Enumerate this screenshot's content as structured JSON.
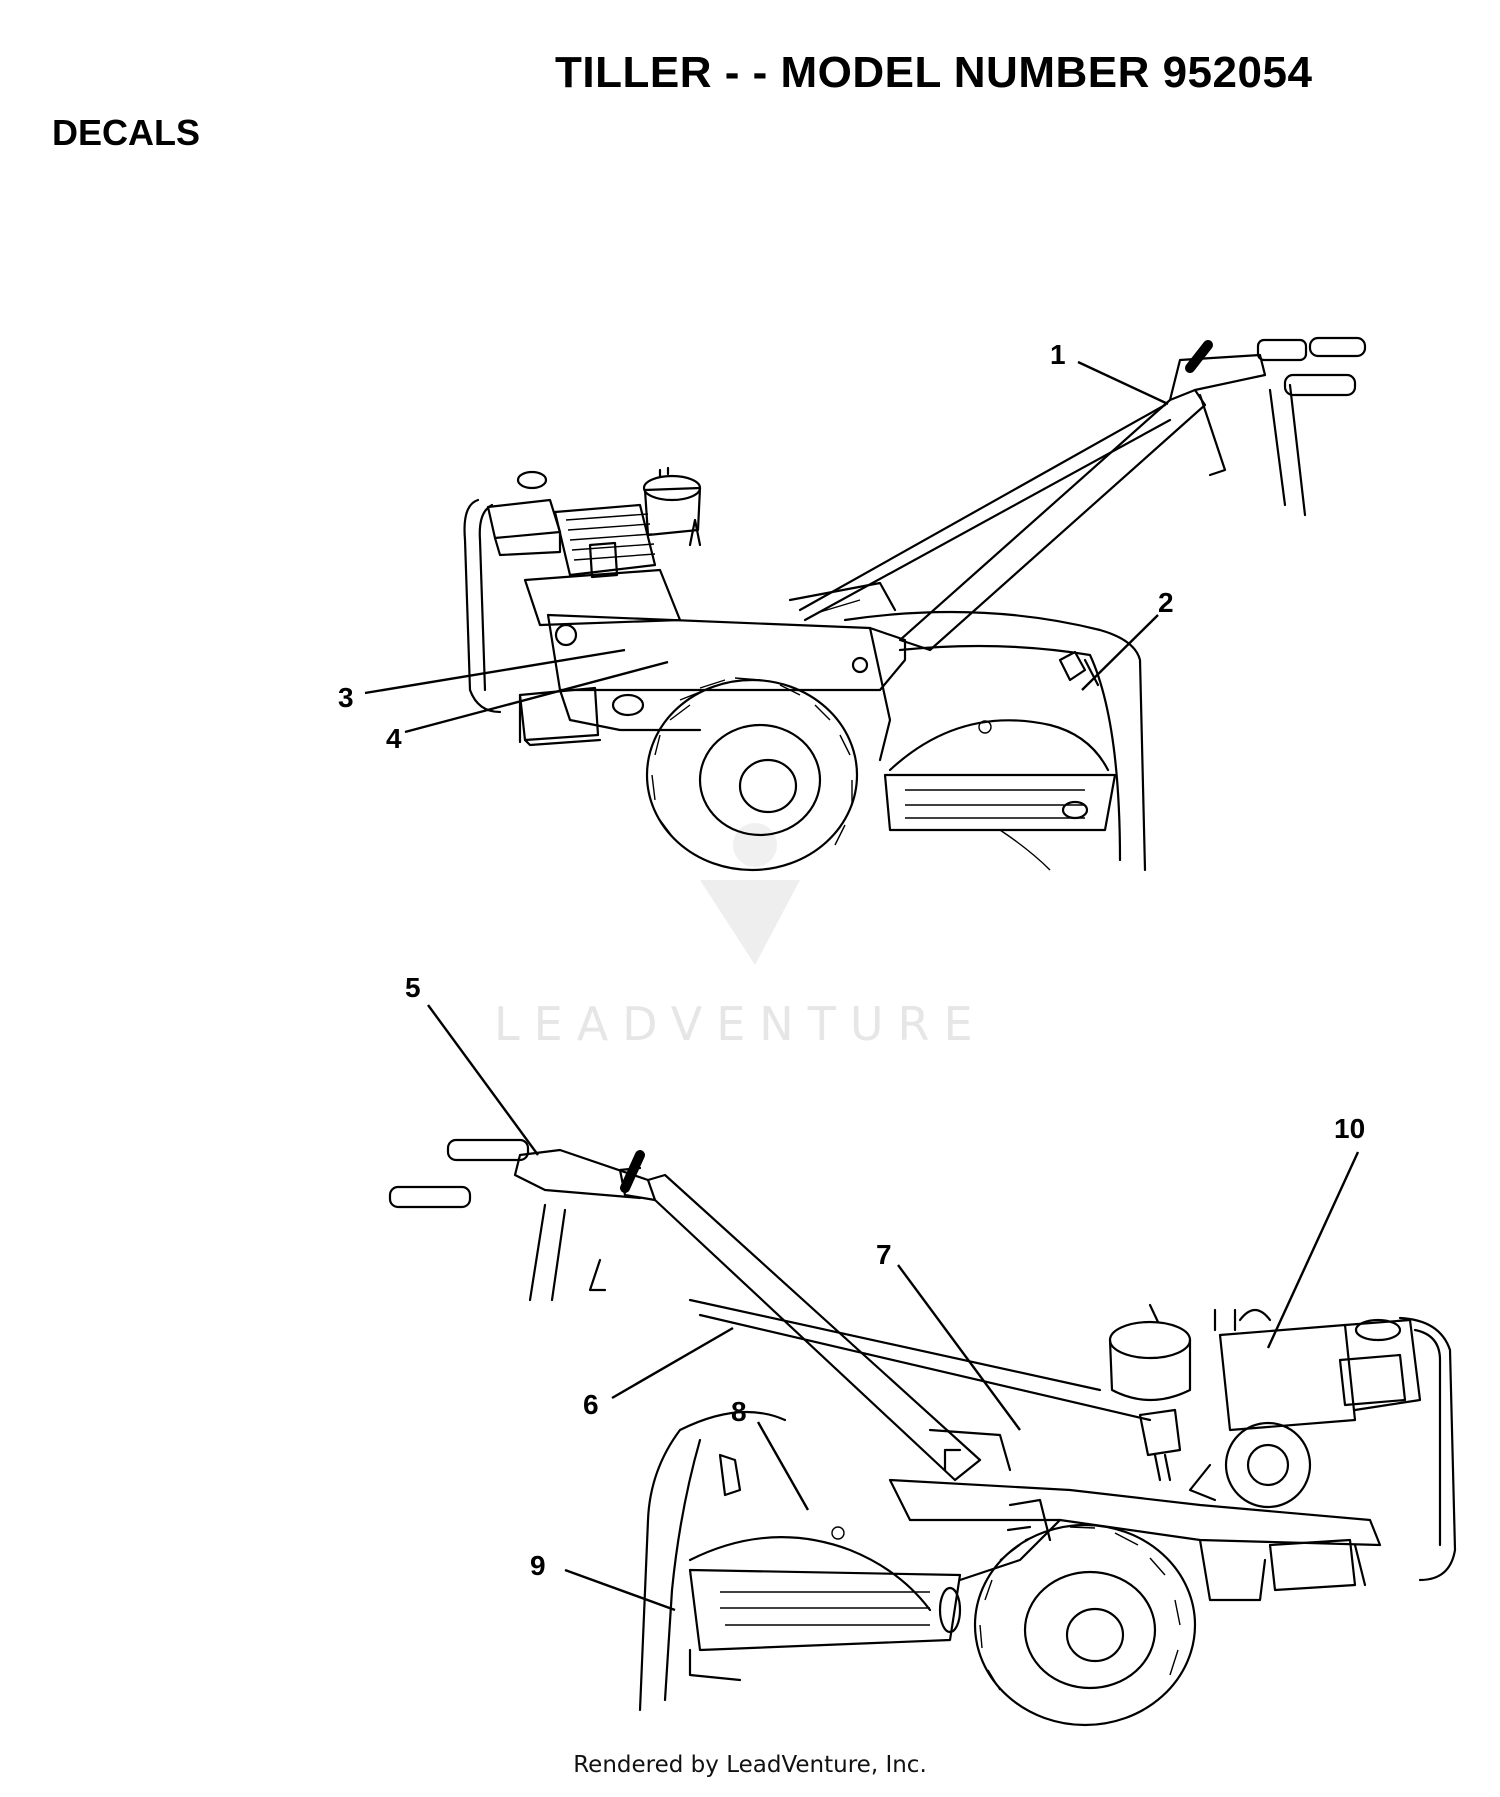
{
  "header": {
    "title": "TILLER - - MODEL NUMBER 952054",
    "section": "DECALS"
  },
  "watermark": {
    "text": "LEADVENTURE",
    "color": "#e6e6e6"
  },
  "callouts": [
    "1",
    "2",
    "3",
    "4",
    "5",
    "6",
    "7",
    "8",
    "9",
    "10"
  ],
  "footer": {
    "text": "Rendered by LeadVenture, Inc."
  }
}
